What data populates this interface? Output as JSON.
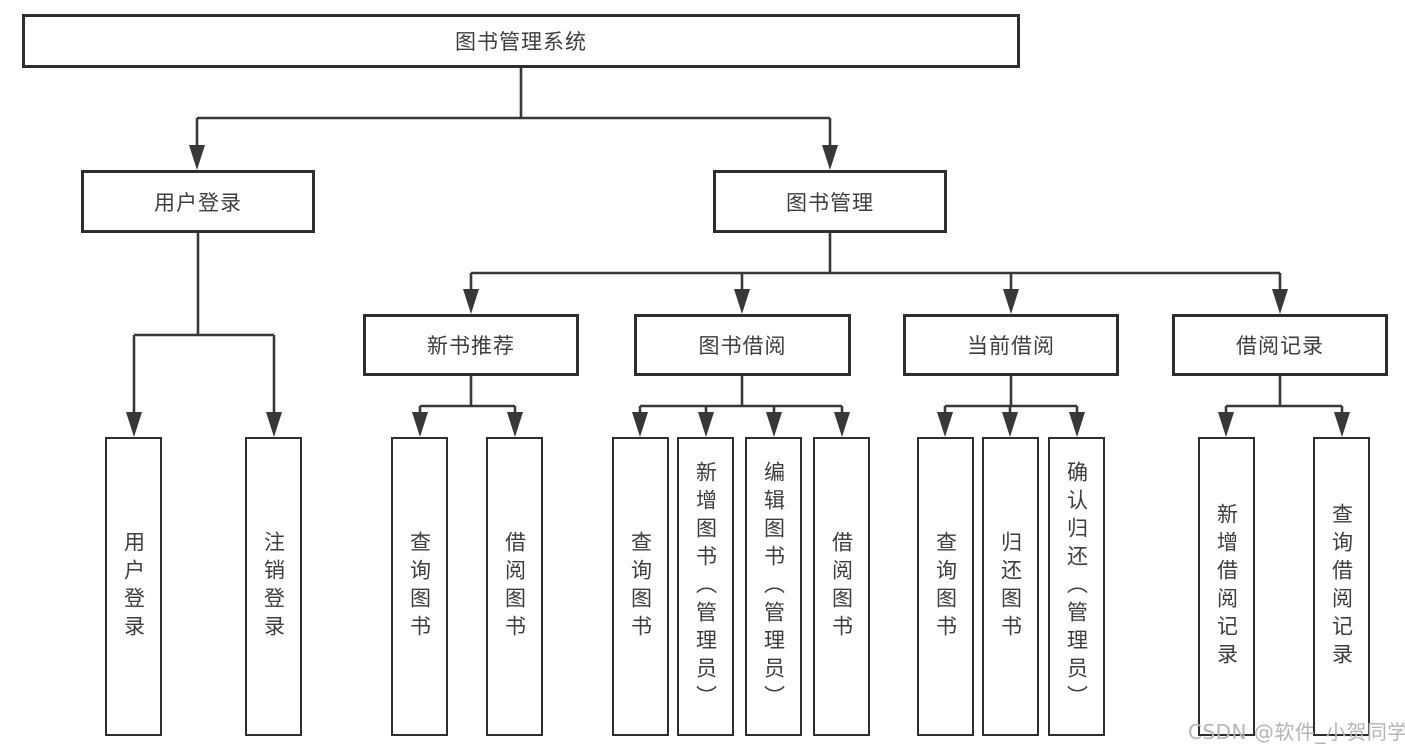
{
  "tree": {
    "label": "图书管理系统",
    "children": [
      {
        "label": "用户登录",
        "children": [
          {
            "label": "用户登录"
          },
          {
            "label": "注销登录"
          }
        ]
      },
      {
        "label": "图书管理",
        "children": [
          {
            "label": "新书推荐",
            "children": [
              {
                "label": "查询图书"
              },
              {
                "label": "借阅图书"
              }
            ]
          },
          {
            "label": "图书借阅",
            "children": [
              {
                "label": "查询图书"
              },
              {
                "label": "新增图书（管理员）"
              },
              {
                "label": "编辑图书（管理员）"
              },
              {
                "label": "借阅图书"
              }
            ]
          },
          {
            "label": "当前借阅",
            "children": [
              {
                "label": "查询图书"
              },
              {
                "label": "归还图书"
              },
              {
                "label": "确认归还（管理员）"
              }
            ]
          },
          {
            "label": "借阅记录",
            "children": [
              {
                "label": "新增借阅记录"
              },
              {
                "label": "查询借阅记录"
              }
            ]
          }
        ]
      }
    ]
  },
  "watermark": "CSDN @软件_小贺同学",
  "colors": {
    "background": "#ffffff",
    "box_border": "#2e2e2e",
    "connector_line": "#383838",
    "text": "#3d3d3d",
    "watermark_text": "#b5b5b5"
  }
}
